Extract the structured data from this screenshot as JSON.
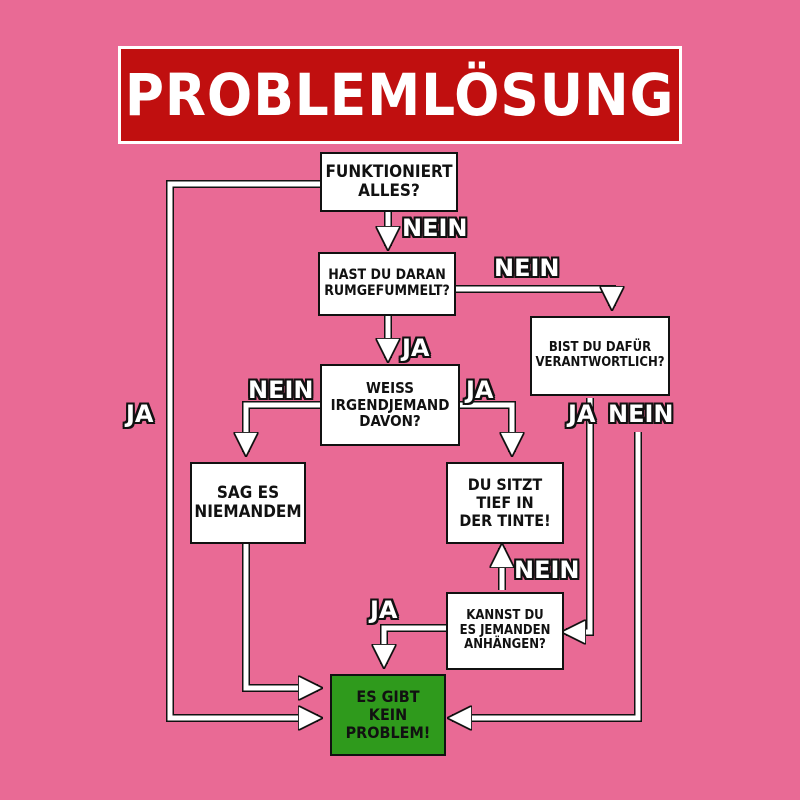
{
  "title": "PROBLEMLÖSUNG",
  "nodes": {
    "funktioniert": "FUNKTIONIERT\nALLES?",
    "rumgefummelt": "HAST DU DARAN\nRUMGEFUMMELT?",
    "verantwortlich": "BIST DU DAFÜR\nVERANTWORTLICH?",
    "weiss": "WEISS\nIRGENDJEMAND\nDAVON?",
    "niemandem": "SAG ES\nNIEMANDEM",
    "tinte": "DU SITZT\nTIEF IN\nDER TINTE!",
    "anhaengen": "KANNST DU\nES JEMANDEN\nANHÄNGEN?",
    "problem": "ES GIBT\nKEIN\nPROBLEM!"
  },
  "labels": {
    "funktioniert_nein": "NEIN",
    "funktioniert_ja": "JA",
    "rumgefummelt_nein": "NEIN",
    "rumgefummelt_ja": "JA",
    "weiss_nein": "NEIN",
    "weiss_ja": "JA",
    "verantwortlich_ja": "JA",
    "verantwortlich_nein": "NEIN",
    "anhaengen_nein": "NEIN",
    "anhaengen_ja": "JA"
  },
  "colors": {
    "background": "#e96a95",
    "title_box": "#c00f0f",
    "final_box": "#2f9a1c",
    "arrow": "#ffffff",
    "outline": "#111111"
  }
}
